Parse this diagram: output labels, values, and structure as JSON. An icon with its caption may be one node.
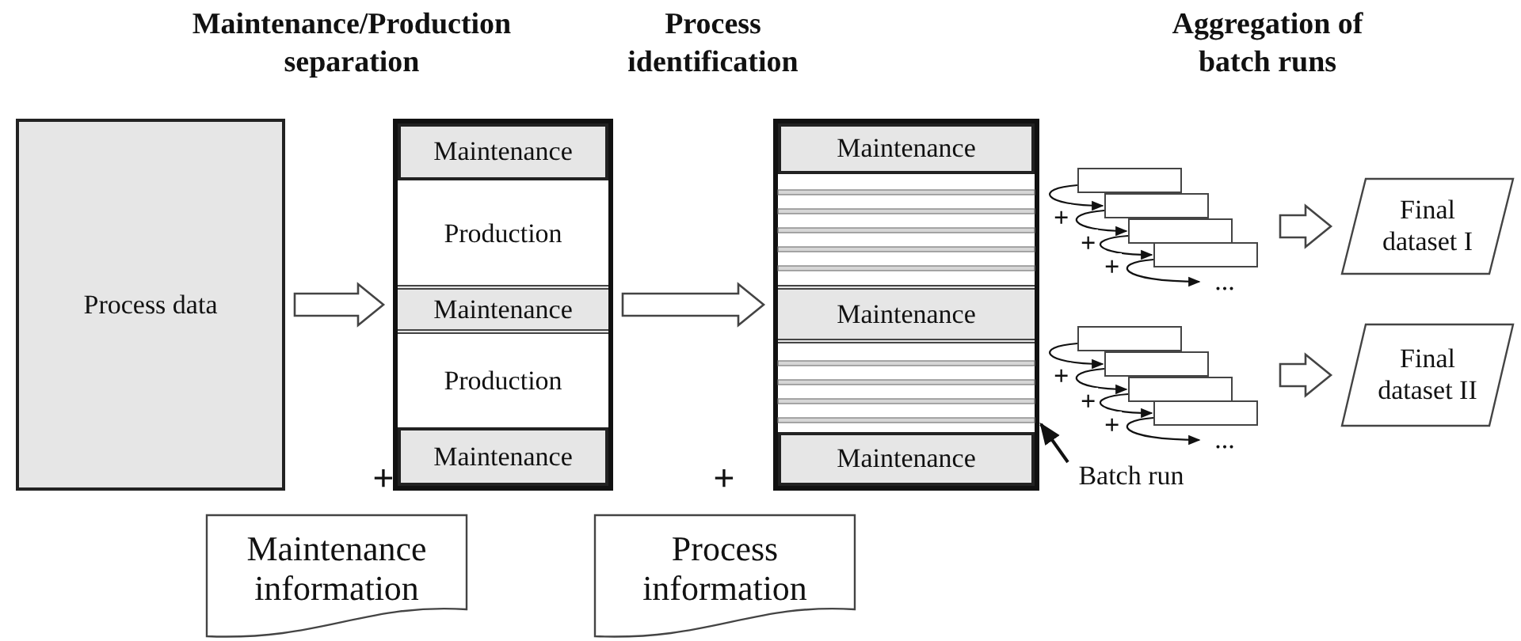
{
  "diagram": {
    "nodes": [
      {
        "text": [
          "Process data"
        ]
      },
      {
        "text": [],
        "shape": "box"
      },
      {
        "text": [
          "Maintenance"
        ],
        "in": 1
      },
      {
        "text": [
          "Production"
        ],
        "in": 1
      },
      {
        "text": [
          "Maintenance"
        ],
        "in": 1
      },
      {
        "text": [
          "Production"
        ],
        "in": 1
      },
      {
        "text": [
          "Maintenance"
        ],
        "in": 1
      },
      {
        "text": [],
        "shape": "box"
      },
      {
        "text": [
          "Maintenance"
        ],
        "in": 7
      },
      {
        "text": [
          "Maintenance"
        ],
        "in": 7
      },
      {
        "text": [
          "Maintenance"
        ],
        "in": 7
      },
      {
        "text": [],
        "shape": "box"
      },
      {
        "text": [],
        "shape": "box"
      },
      {
        "text": [],
        "shape": "box"
      },
      {
        "text": [],
        "shape": "box"
      },
      {
        "text": [
          "..."
        ]
      },
      {
        "text": [],
        "shape": "box"
      },
      {
        "text": [],
        "shape": "box"
      },
      {
        "text": [],
        "shape": "box"
      },
      {
        "text": [],
        "shape": "box"
      },
      {
        "text": [
          "..."
        ]
      },
      {
        "text": [
          "Final dataset I"
        ]
      },
      {
        "text": [
          "Final dataset II"
        ]
      },
      {
        "text": [
          "Batch run"
        ]
      },
      {
        "text": [
          "Maintenance information"
        ]
      },
      {
        "text": [
          "Process information"
        ]
      }
    ],
    "edges": [
      {
        "from": 0,
        "to": 1,
        "arrow": "to",
        "style": "thick"
      },
      {
        "from": 1,
        "to": 7,
        "arrow": "to",
        "style": "thick"
      },
      {
        "from": null,
        "to": 21,
        "arrow": "to",
        "style": "thick"
      },
      {
        "from": null,
        "to": 22,
        "arrow": "to",
        "style": "thick"
      },
      {
        "from": 11,
        "to": 12,
        "arrow": "to",
        "label": "+"
      },
      {
        "from": 12,
        "to": 13,
        "arrow": "to",
        "label": "+"
      },
      {
        "from": 13,
        "to": 14,
        "arrow": "to",
        "label": "+"
      },
      {
        "from": 14,
        "to": 15,
        "arrow": "to"
      },
      {
        "from": 16,
        "to": 17,
        "arrow": "to",
        "label": "+"
      },
      {
        "from": 17,
        "to": 18,
        "arrow": "to",
        "label": "+"
      },
      {
        "from": 18,
        "to": 19,
        "arrow": "to",
        "label": "+"
      },
      {
        "from": 19,
        "to": 20,
        "arrow": "to"
      },
      {
        "from": 23,
        "to": 7,
        "arrow": "to"
      }
    ],
    "labels": [
      "Maintenance/Production separation",
      "Process identification",
      "Aggregation of batch runs",
      "+",
      "+"
    ]
  }
}
